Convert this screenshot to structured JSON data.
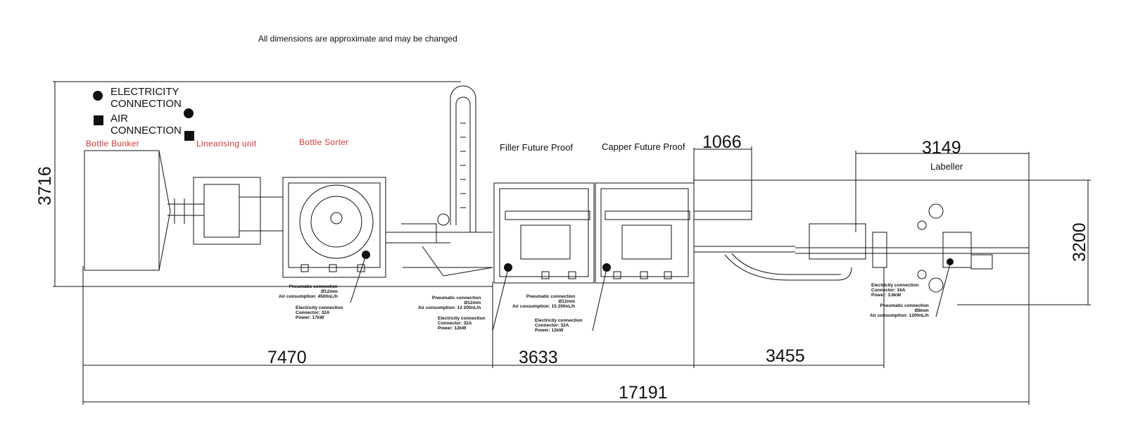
{
  "note": "All dimensions are approximate and may be changed",
  "legend": {
    "electricity": {
      "line1": "ELECTRICITY",
      "line2": "CONNECTION",
      "icon": "filled-circle"
    },
    "air": {
      "line1": "AIR",
      "line2": "CONNECTION",
      "icon": "filled-square"
    }
  },
  "sections": {
    "bottle_bunker": "Bottle Bunker",
    "linearising_unit": "Linearising unit",
    "bottle_sorter": "Bottle Sorter",
    "filler": "Filler Future Proof",
    "capper": "Capper Future Proof",
    "labeller": "Labeller"
  },
  "dimensions": {
    "height_left": "3716",
    "height_right": "3200",
    "capper_ext": "1066",
    "labeller_width": "3149",
    "seg1": "7470",
    "seg2": "3633",
    "seg3": "3455",
    "total": "17191"
  },
  "callouts": {
    "sorter_air": "Pneumatic connection\nØ12mm\nAir consumption: 4500nL/h",
    "sorter_elec": "Electricity connection\nConnector: 32A\nPower: 17kW",
    "filler_air": "Pneumatic connection\nØ12mm\nAir consumption: 13 200nL/h",
    "filler_elec": "Electricity connection\nConnector: 32A\nPower: 12kW",
    "capper_air": "Pneumatic connection\nØ12mm\nAir consumption: 15 200nL/h",
    "capper_elec": "Electricity connection\nConnector: 32A\nPower: 12kW",
    "labeller_elec": "Electricity connection\nConnector: 16A\nPower: 3.8kW",
    "labeller_air": "Pneumatic connection\nØ8mm\nAir consumption: 1200nL/h"
  },
  "colors": {
    "line": "#111111",
    "accent": "#d23a3a"
  }
}
